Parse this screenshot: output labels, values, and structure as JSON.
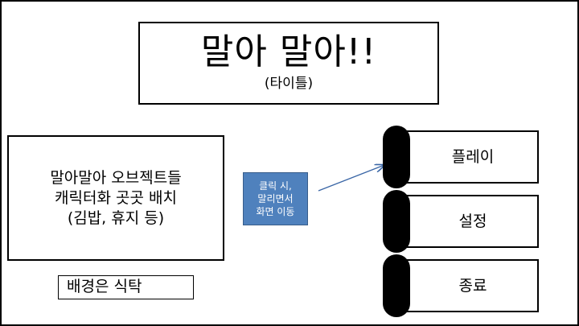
{
  "title": {
    "main": "말아 말아!!",
    "sub": "(타이틀)"
  },
  "content": {
    "lines": [
      "말아말아 오브젝트들",
      "캐릭터화 곳곳 배치",
      "(김밥, 휴지 등)"
    ]
  },
  "background_note": "배경은 식탁",
  "callout": {
    "lines": [
      "클릭 시,",
      "말리면서",
      "화면 이동"
    ],
    "color": "#4f81bd"
  },
  "menu": {
    "items": [
      {
        "label": "플레이"
      },
      {
        "label": "설정"
      },
      {
        "label": "종료"
      }
    ]
  }
}
